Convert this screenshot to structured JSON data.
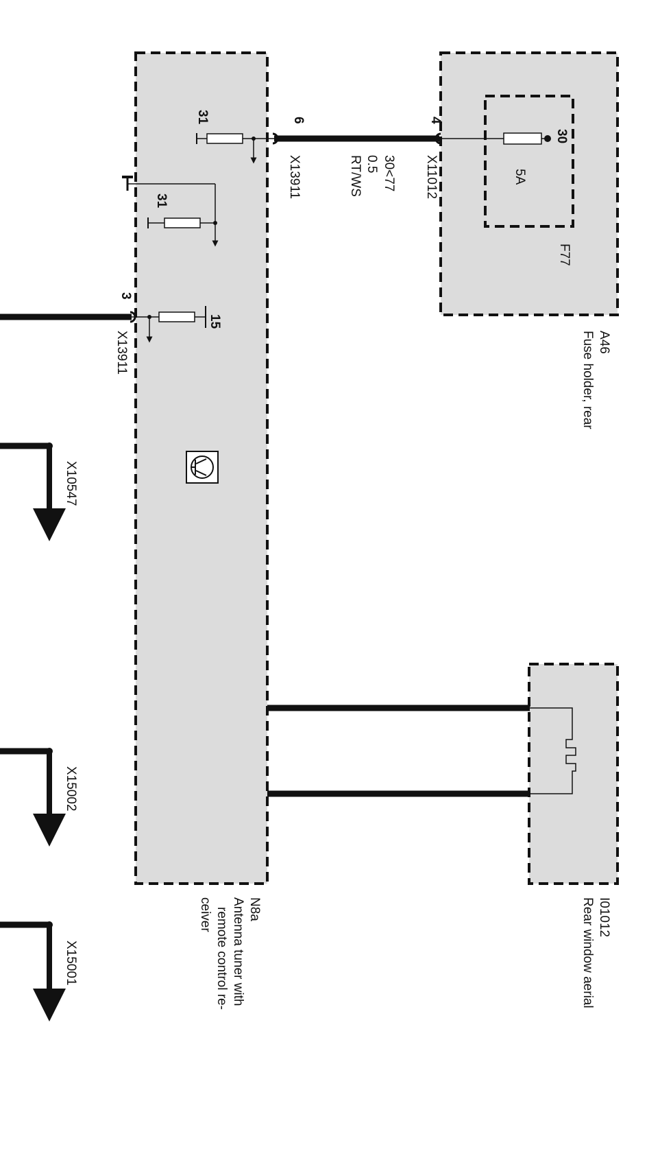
{
  "components": {
    "fuse_holder": {
      "id": "A46",
      "name": "Fuse holder, rear"
    },
    "fuse": {
      "id": "F77",
      "rating": "5A",
      "terminal": "30"
    },
    "aerial": {
      "id": "I01012",
      "name": "Rear window aerial"
    },
    "tuner": {
      "id": "N8a",
      "name_lines": [
        "Antenna tuner with",
        "remote control re-",
        "ceiver"
      ]
    }
  },
  "connectors": {
    "fuse_side": {
      "id": "X11012",
      "pin": "4"
    },
    "tuner_side": {
      "id": "X13911",
      "pin": "6"
    },
    "tuner_lower": {
      "id": "X13911",
      "pin": "3"
    }
  },
  "wire": {
    "fuse_circuit": "30<77",
    "cross_section": "0.5",
    "color_code": "RT/WS"
  },
  "internal_terminals": {
    "ground_a": "31",
    "ground_b": "31",
    "ignition": "15"
  },
  "continuations": [
    {
      "id": "X10547"
    },
    {
      "id": "X15002"
    },
    {
      "id": "X15001"
    }
  ],
  "colors": {
    "component_fill": "#dcdcdc",
    "line": "#111111",
    "background": "#ffffff"
  }
}
